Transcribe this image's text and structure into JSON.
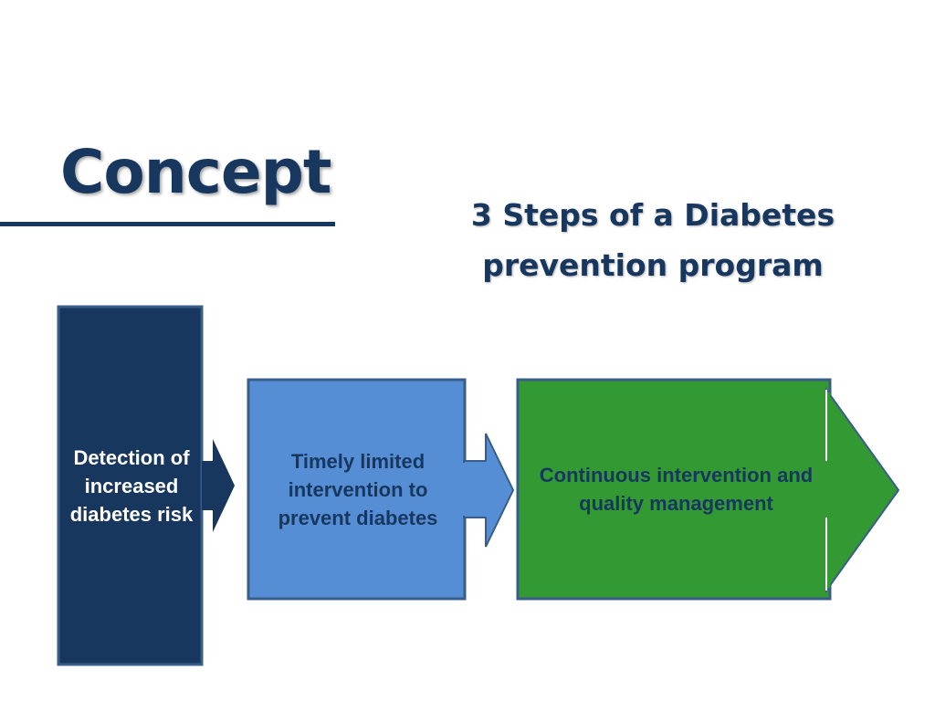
{
  "slide": {
    "title": "Concept",
    "subtitle": "3 Steps of a Diabetes prevention program"
  },
  "steps": [
    {
      "label": "Detection of increased diabetes risk",
      "color": "#17375e"
    },
    {
      "label": "Timely limited intervention to prevent diabetes",
      "color": "#558ed5"
    },
    {
      "label": "Continuous intervention and quality management",
      "color": "#339933"
    }
  ],
  "colors": {
    "title": "#17375e",
    "border": "#385d8a"
  }
}
